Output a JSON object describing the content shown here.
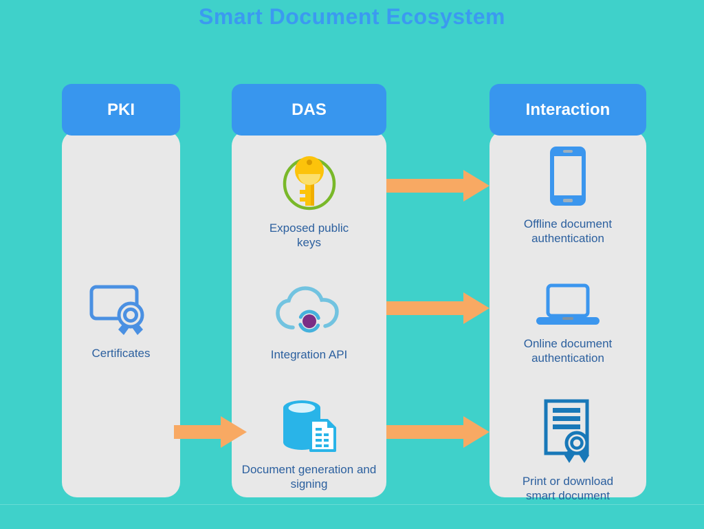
{
  "title": "Smart Document Ecosystem",
  "colors": {
    "background": "#3fd1ca",
    "header_blue": "#3896ee",
    "title_blue": "#3b9af0",
    "panel_gray": "#e8e8e8",
    "label_blue": "#2b5f9e",
    "arrow_orange": "#f8a963",
    "icon_blue": "#3b96ee",
    "icon_dark_blue": "#1878b8",
    "icon_gold": "#fcc30b",
    "icon_green": "#79b829",
    "icon_cyan": "#29b4e8",
    "icon_light_blue": "#72c3e0",
    "icon_purple": "#7b2e85"
  },
  "columns": [
    {
      "id": "pki",
      "header": "PKI",
      "items": [
        {
          "icon": "certificate-icon",
          "label": "Certificates"
        }
      ]
    },
    {
      "id": "das",
      "header": "DAS",
      "items": [
        {
          "icon": "key-icon",
          "label": "Exposed public keys"
        },
        {
          "icon": "cloud-api-icon",
          "label": "Integration API"
        },
        {
          "icon": "database-document-icon",
          "label": "Document generation and signing"
        }
      ]
    },
    {
      "id": "interaction",
      "header": "Interaction",
      "items": [
        {
          "icon": "smartphone-icon",
          "label": "Offline document authentication"
        },
        {
          "icon": "laptop-icon",
          "label": "Online document authentication"
        },
        {
          "icon": "certificate-document-icon",
          "label": "Print or download smart document"
        }
      ]
    }
  ],
  "arrows": [
    {
      "from": "das.exposed-public-keys",
      "to": "interaction.offline-document-authentication"
    },
    {
      "from": "das.integration-api",
      "to": "interaction.online-document-authentication"
    },
    {
      "from": "pki.certificates",
      "to": "das.document-generation-and-signing"
    },
    {
      "from": "das.document-generation-and-signing",
      "to": "interaction.print-or-download-smart-document"
    }
  ]
}
